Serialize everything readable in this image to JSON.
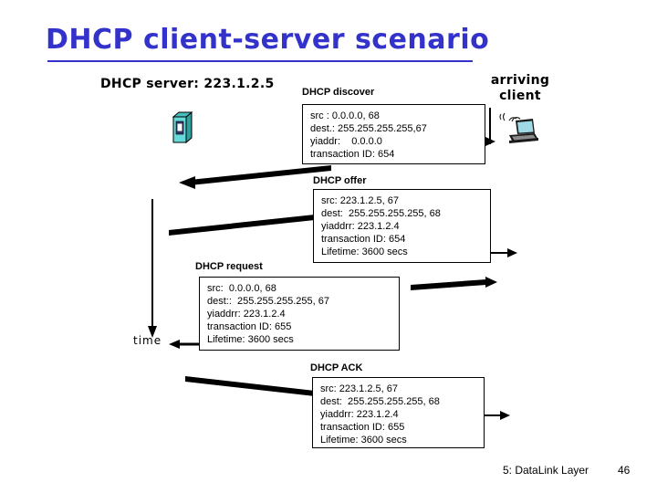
{
  "slide": {
    "title": "DHCP client-server scenario",
    "title_color": "#3333cc"
  },
  "endpoints": {
    "server": {
      "label": "DHCP server: 223.1.2.5",
      "icon": "server-tower-icon",
      "icon_colors": {
        "front": "#66d9d9",
        "side": "#2e9e9e",
        "bay": "#333366",
        "slot": "#ffffff"
      }
    },
    "client": {
      "label_line1": "arriving",
      "label_line2": "client",
      "icon": "laptop-wireless-icon",
      "icon_colors": {
        "screen": "#9fd9e6",
        "body": "#1a1a1a",
        "keys": "#8c8c8c"
      }
    }
  },
  "timeline": {
    "axis_label": "time"
  },
  "messages": [
    {
      "name": "dhcp-discover",
      "header": "DHCP discover",
      "direction": "client-to-server",
      "lines": [
        "src : 0.0.0.0, 68",
        "dest.: 255.255.255.255,67",
        "yiaddr:    0.0.0.0",
        "transaction ID: 654"
      ]
    },
    {
      "name": "dhcp-offer",
      "header": "DHCP offer",
      "direction": "server-to-client",
      "lines": [
        "src: 223.1.2.5, 67",
        "dest:  255.255.255.255, 68",
        "yiaddrr: 223.1.2.4",
        "transaction ID: 654",
        "Lifetime: 3600 secs"
      ]
    },
    {
      "name": "dhcp-request",
      "header": "DHCP request",
      "direction": "client-to-server",
      "lines": [
        "src:  0.0.0.0, 68",
        "dest::  255.255.255.255, 67",
        "yiaddrr: 223.1.2.4",
        "transaction ID: 655",
        "Lifetime: 3600 secs"
      ]
    },
    {
      "name": "dhcp-ack",
      "header": "DHCP ACK",
      "direction": "server-to-client",
      "lines": [
        "src: 223.1.2.5, 67",
        "dest:  255.255.255.255, 68",
        "yiaddrr: 223.1.2.4",
        "transaction ID: 655",
        "Lifetime: 3600 secs"
      ]
    }
  ],
  "footer": {
    "chapter": "5: DataLink Layer",
    "page": "46"
  }
}
